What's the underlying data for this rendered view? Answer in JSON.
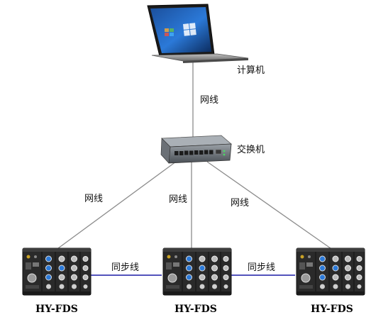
{
  "nodes": {
    "laptop": {
      "label": "计算机"
    },
    "switch": {
      "label": "交换机"
    },
    "devices": [
      {
        "label": "HY-FDS"
      },
      {
        "label": "HY-FDS"
      },
      {
        "label": "HY-FDS"
      }
    ]
  },
  "edges": {
    "laptop_switch": {
      "label": "网线"
    },
    "switch_device_left": {
      "label": "网线"
    },
    "switch_device_center": {
      "label": "网线"
    },
    "switch_device_right": {
      "label": "网线"
    },
    "sync_left": {
      "label": "同步线"
    },
    "sync_right": {
      "label": "同步线"
    }
  },
  "colors": {
    "network_cable": "#8c8c8c",
    "sync_cable": "#1a1aa6",
    "device_body": "#2a2a2a",
    "screen_blue": "#2b79d8"
  }
}
